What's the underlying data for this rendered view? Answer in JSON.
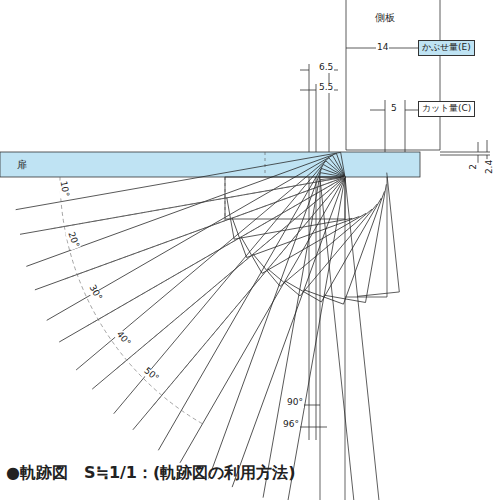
{
  "diagram": {
    "caption": "●軌跡図　S≒1/1：(軌跡図の利用方法)",
    "nodes": [
      {
        "text": [
          "扉"
        ]
      },
      {
        "text": [
          "側板"
        ]
      },
      {
        "text": [
          "かぶせ量(E)"
        ]
      },
      {
        "text": [
          "カット量(C)"
        ]
      }
    ],
    "labels": [
      "14",
      "6.5",
      "5.5",
      "5",
      "2",
      "2.4",
      "10°",
      "20°",
      "30°",
      "40°",
      "50°",
      "90°",
      "96°"
    ]
  }
}
